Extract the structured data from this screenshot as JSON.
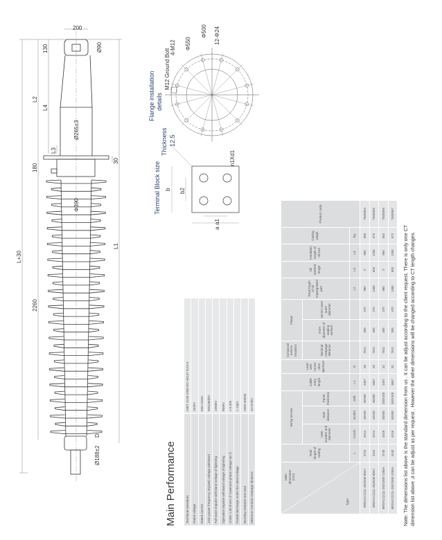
{
  "drawing": {
    "dim_200": "200",
    "dim_d90": "Ø90",
    "dim_130": "130",
    "dim_L2": "L2",
    "dim_L4": "L4",
    "dim_d265": "Ø265±3",
    "dim_L3": "L3",
    "dim_180": "180",
    "dim_30": "30",
    "dim_d390": "Φ390",
    "dim_Lplus30": "L+30",
    "dim_2260": "2260",
    "dim_L1": "L1",
    "dim_D": "D",
    "dim_d188": "Ø188±2"
  },
  "flange": {
    "title_line1": "Flange installation",
    "title_line2": "details",
    "ground_bolt": "M12 Ground Bolt",
    "bolts": "4-M12",
    "d550": "Φ550",
    "d500": "Φ500",
    "holes": "12-Φ24"
  },
  "terminal_block": {
    "title": "Terminal Block size",
    "thickness_label": "Thickness",
    "thickness_value": "12.5",
    "b": "b",
    "b2": "b2",
    "a1": "a1",
    "a": "a",
    "holes": "n1Xd1"
  },
  "performance": {
    "title": "Main Performance",
    "rows": [
      {
        "label": "Technical standards",
        "value": "GB/T 4109-2008 IEC 60137 Ed 6.0"
      },
      {
        "label": "Rated voltage",
        "value": "252kV"
      },
      {
        "label": "Rated current",
        "value": "630-1250A"
      },
      {
        "label": "1min power frequency dry(wet) voltage withstand",
        "value": "505(460)kV"
      },
      {
        "label": "Full-wave impulse withstand voltage of lightning",
        "value": "1050kV"
      },
      {
        "label": "Operation impulse withstand voltage of lightning",
        "value": "850kV"
      },
      {
        "label": "Under 1.05 times of maximum phase voltage tan δ",
        "value": "≤ 0.005"
      },
      {
        "label": "Partial discharge under the rated voltage",
        "value": "≤ 10pC"
      },
      {
        "label": "Bending resistant test load",
        "value": "2500-4000N"
      },
      {
        "label": "Minimum nominal creepage distance",
        "value": "31mm/kV"
      }
    ]
  },
  "dimensions_table": {
    "corner_top": "Main dimension (mm)",
    "corner_bottom": "Type",
    "headers": {
      "total_length": "Total length of casing",
      "wiring_group": "Wiring termina",
      "hole_number": "Hole number and diameter",
      "hole_distance": "Hole distance",
      "panel_thickness": "Panel thickness",
      "cable_entry": "Cable entry length",
      "lead_wire": "Lead wire conne-ction aperture",
      "compound_group": "Compound externa Insulation",
      "creepage": "Nominal creepage distance",
      "flange_group": "Flange",
      "inner_diameter": "Inner diameter of sealing surface",
      "outer_diameter": "secret cover outer diameter",
      "oil_part": "Total length of oil impregnated part",
      "oil_earthed": "Oil earthed lengtt",
      "insulation_oil": "Insulation length of oil end",
      "weigh": "Casing weigh",
      "product_code": "Product code"
    },
    "units": [
      "L",
      "n1Xd1",
      "a1Xb2",
      "aXb",
      "L1",
      "D",
      "",
      "",
      "",
      "L2",
      "L3",
      "L4",
      "kg"
    ],
    "rows": [
      [
        "BRDACC(C)L-252/630-800A",
        "3710",
        "4X14",
        "40X40",
        "80X80",
        "3467",
        "28",
        "7812",
        "305",
        "470",
        "980",
        "0",
        "850",
        "550",
        "TB20064"
      ],
      [
        "BRDACC(C)L-252/630-800A",
        "4110",
        "4X14",
        "40X40",
        "80X80",
        "3867",
        "28",
        "7812",
        "305",
        "470",
        "1380",
        "500",
        "1250",
        "670",
        "TB20065"
      ],
      [
        "BRDACC(C)L-252/1000-1250A",
        "3740",
        "4X18",
        "50X50",
        "100X100",
        "3467",
        "32",
        "7812",
        "305",
        "470",
        "980",
        "0",
        "850",
        "552",
        "TB20066"
      ],
      [
        "BRDACC(C)L-252/1000-1250A",
        "4140",
        "4X18",
        "50X50",
        "100X100",
        "3867",
        "32",
        "7812",
        "305",
        "470",
        "1380",
        "500",
        "1250",
        "672",
        "TB20067"
      ]
    ]
  },
  "note": {
    "line1": "Note: The dimensions list above is the standard dimension from us . It can be adjust according to the client request. There is only one CT",
    "line2": "dimension list above ,it can be adjust as per request . However the other dimensions will be changed according to CT length changes."
  }
}
